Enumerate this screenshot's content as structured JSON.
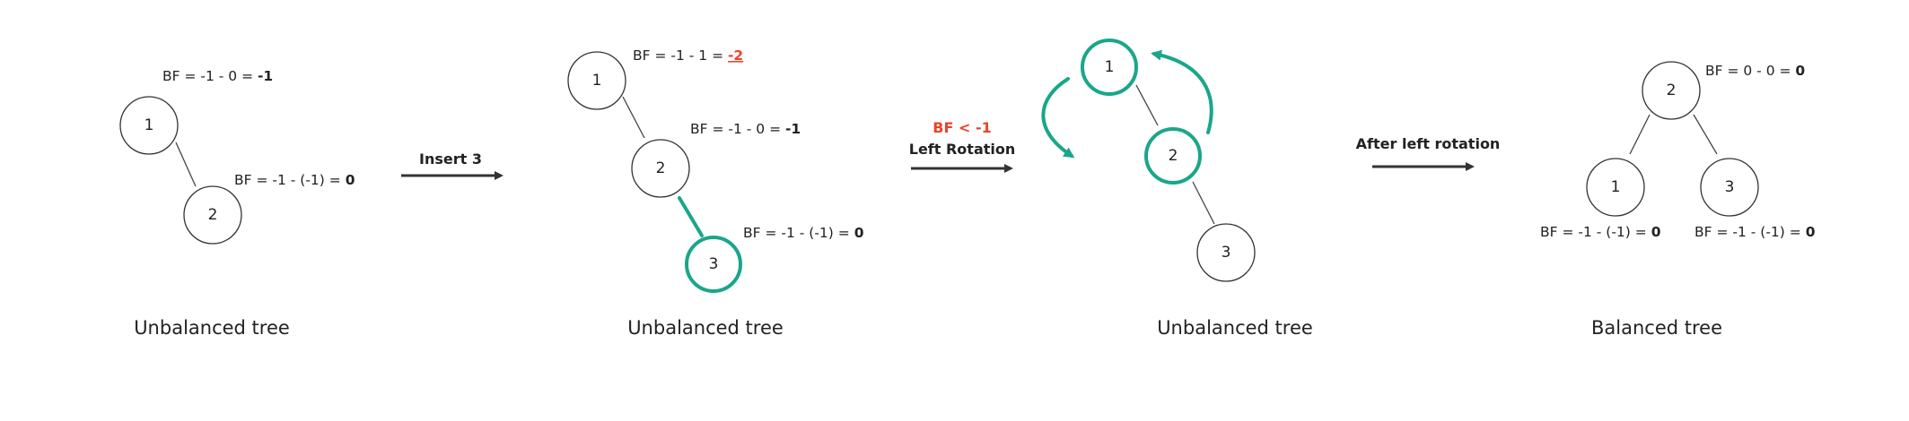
{
  "colors": {
    "highlight": "#1aa68a",
    "warning": "#e8442a",
    "ink": "#222222"
  },
  "panel1": {
    "nodes": [
      "1",
      "2"
    ],
    "bf_root": {
      "expr": "BF = -1 - 0 = ",
      "value": "-1"
    },
    "bf_child": {
      "expr": "BF = -1 - (-1) = ",
      "value": "0"
    },
    "caption": "Unbalanced tree"
  },
  "arrow1": {
    "label": "Insert 3"
  },
  "panel2": {
    "nodes": [
      "1",
      "2",
      "3"
    ],
    "bf_root": {
      "expr": "BF = -1 - 1 = ",
      "value": "-2"
    },
    "bf_mid": {
      "expr": "BF = -1 - 0 = ",
      "value": "-1"
    },
    "bf_leaf": {
      "expr": "BF = -1 - (-1) = ",
      "value": "0"
    },
    "caption": "Unbalanced tree"
  },
  "arrow2": {
    "warning": "BF < -1",
    "label": "Left Rotation"
  },
  "panel3": {
    "nodes": [
      "1",
      "2",
      "3"
    ],
    "caption": "Unbalanced tree"
  },
  "arrow3": {
    "label": "After left rotation"
  },
  "panel4": {
    "nodes": [
      "2",
      "1",
      "3"
    ],
    "bf_root": {
      "expr": "BF = 0 - 0 = ",
      "value": "0"
    },
    "bf_left": {
      "expr": "BF = -1 - (-1) = ",
      "value": "0"
    },
    "bf_right": {
      "expr": "BF = -1 - (-1) = ",
      "value": "0"
    },
    "caption": "Balanced tree"
  }
}
